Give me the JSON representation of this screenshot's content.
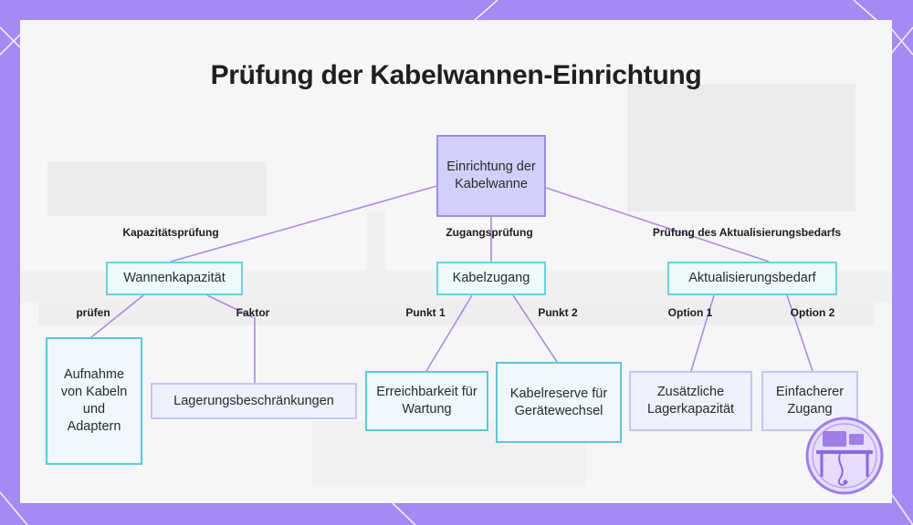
{
  "diagram": {
    "title": "Prüfung der Kabelwannen-Einrichtung",
    "root": "Einrichtung der Kabelwanne",
    "branches": [
      {
        "edge_label": "Kapazitätsprüfung",
        "node": "Wannenkapazität",
        "children": [
          {
            "edge_label": "prüfen",
            "node": "Aufnahme von Kabeln und Adaptern"
          },
          {
            "edge_label": "Faktor",
            "node": "Lagerungsbeschränkungen"
          }
        ]
      },
      {
        "edge_label": "Zugangsprüfung",
        "node": "Kabelzugang",
        "children": [
          {
            "edge_label": "Punkt 1",
            "node": "Erreichbarkeit für Wartung"
          },
          {
            "edge_label": "Punkt 2",
            "node": "Kabelreserve für Gerätewechsel"
          }
        ]
      },
      {
        "edge_label": "Prüfung des Aktualisierungsbedarfs",
        "node": "Aktualisierungsbedarf",
        "children": [
          {
            "edge_label": "Option 1",
            "node": "Zusätzliche Lagerkapazität"
          },
          {
            "edge_label": "Option 2",
            "node": "Einfacherer Zugang"
          }
        ]
      }
    ]
  },
  "colors": {
    "frame": "#a48af2",
    "connector": "#a98ce0",
    "root_fill": "#d0d0fb",
    "root_border": "#9990e6",
    "teal_border": "#5bc8d8",
    "lavender_border": "#c3c6ee"
  },
  "icons": {
    "logo": "desk-setup-logo-icon"
  }
}
